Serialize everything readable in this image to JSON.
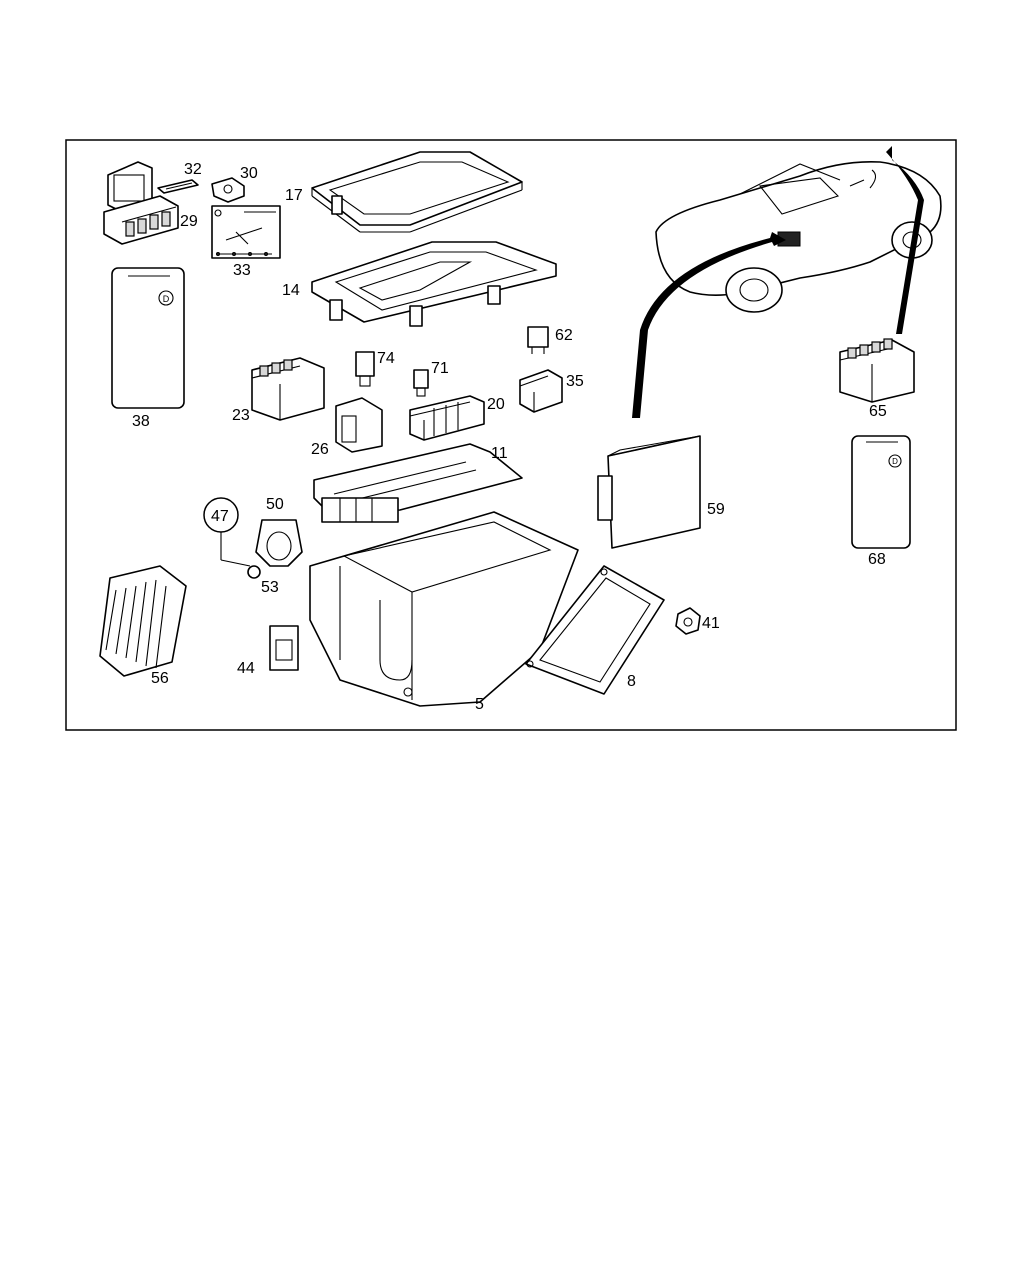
{
  "diagram": {
    "callouts": [
      "32",
      "30",
      "17",
      "29",
      "33",
      "14",
      "38",
      "62",
      "74",
      "71",
      "35",
      "23",
      "20",
      "26",
      "11",
      "65",
      "68",
      "59",
      "50",
      "47",
      "53",
      "56",
      "44",
      "41",
      "8",
      "5"
    ],
    "colors": {
      "line": "#000000",
      "background": "#ffffff",
      "shade": "#d8d8d8"
    },
    "icons": {
      "card_marker": "D"
    }
  }
}
